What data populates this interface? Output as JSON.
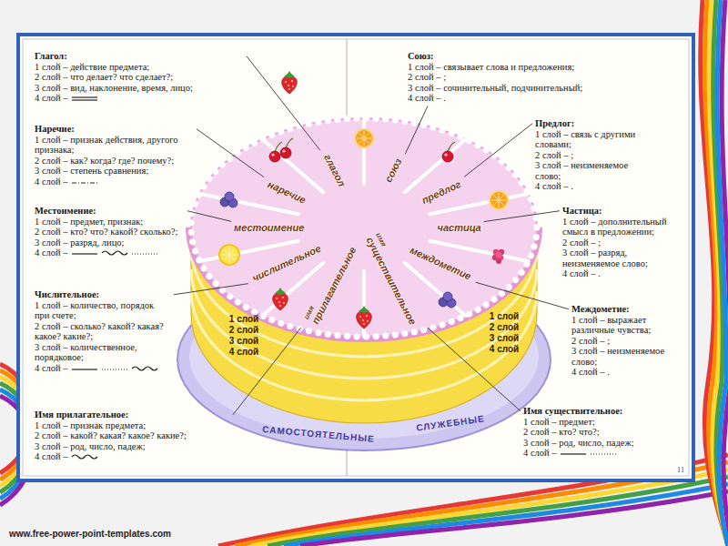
{
  "diagram": {
    "nodes": [
      {
        "text": [
          "Глагол:",
          "1 слой – действие предмета;",
          "2 слой – что делает? что сделает?;",
          "3 слой – вид, наклонение, время, лицо;",
          "4 слой –"
        ]
      },
      {
        "text": [
          "Наречие:",
          "1 слой – признак действия, другого признака;",
          "2 слой – как? когда? где? почему?;",
          "3 слой – степень сравнения;",
          "4 слой –"
        ]
      },
      {
        "text": [
          "Местоимение:",
          "1 слой – предмет, признак;",
          "2 слой – кто? что? какой? сколько?;",
          "3 слой – разряд, лицо;",
          "4 слой –"
        ]
      },
      {
        "text": [
          "Числительное:",
          "1 слой – количество, порядок при счете;",
          "2 слой – сколько? какой? какая? какое? какие?;",
          "3 слой – количественное, порядковое;",
          "4 слой –"
        ]
      },
      {
        "text": [
          "Имя прилагательное:",
          "1 слой – признак предмета;",
          "2 слой – какой? какая? какое? какие?;",
          "3 слой – род, число, падеж;",
          "4 слой –"
        ]
      },
      {
        "text": [
          "Союз:",
          "1 слой – связывает слова и предложения;",
          "2 слой – ;",
          "3 слой – сочинительный, подчинительный;",
          "4 слой – ."
        ]
      },
      {
        "text": [
          "Предлог:",
          "1 слой – связь с другими словами;",
          "2 слой – ;",
          "3 слой – неизменяемое слово;",
          "4 слой – ."
        ]
      },
      {
        "text": [
          "Частица:",
          "1 слой – дополнительный смысл в предложении;",
          "2 слой – ;",
          "3 слой – разряд, неизменяемое слово;",
          "4 слой – ."
        ]
      },
      {
        "text": [
          "Междометие:",
          "1 слой – выражает различные чувства;",
          "2 слой – ;",
          "3 слой – неизменяемое слово;",
          "4 слой – ."
        ]
      },
      {
        "text": [
          "Имя существительное:",
          "1 слой – предмет;",
          "2 слой – кто? что?;",
          "3 слой – род, число, падеж;",
          "4 слой –"
        ]
      },
      {
        "text": [
          "глагол"
        ]
      },
      {
        "text": [
          "наречие"
        ]
      },
      {
        "text": [
          "местоимение"
        ]
      },
      {
        "text": [
          "числительное"
        ]
      },
      {
        "text": [
          "имя",
          "прилагательное"
        ]
      },
      {
        "text": [
          "имя",
          "существительное"
        ]
      },
      {
        "text": [
          "союз"
        ]
      },
      {
        "text": [
          "предлог"
        ]
      },
      {
        "text": [
          "частица"
        ]
      },
      {
        "text": [
          "междометие"
        ]
      }
    ],
    "edges": [
      {
        "from": 0,
        "to": 10,
        "arrow": "none"
      },
      {
        "from": 1,
        "to": 11,
        "arrow": "none"
      },
      {
        "from": 2,
        "to": 12,
        "arrow": "none"
      },
      {
        "from": 3,
        "to": 13,
        "arrow": "none"
      },
      {
        "from": 4,
        "to": 14,
        "arrow": "none"
      },
      {
        "from": 5,
        "to": 16,
        "arrow": "none"
      },
      {
        "from": 6,
        "to": 17,
        "arrow": "none"
      },
      {
        "from": 7,
        "to": 18,
        "arrow": "none"
      },
      {
        "from": 8,
        "to": 19,
        "arrow": "none"
      },
      {
        "from": 9,
        "to": 15,
        "arrow": "none"
      }
    ],
    "labels": [
      "1 слой",
      "2 слой",
      "3 слой",
      "4 слой",
      "1 слой",
      "2 слой",
      "3 слой",
      "4 слой",
      "САМОСТОЯТЕЛЬНЫЕ",
      "СЛУЖЕБНЫЕ",
      "11",
      "www.free-power-point-templates.com"
    ]
  }
}
